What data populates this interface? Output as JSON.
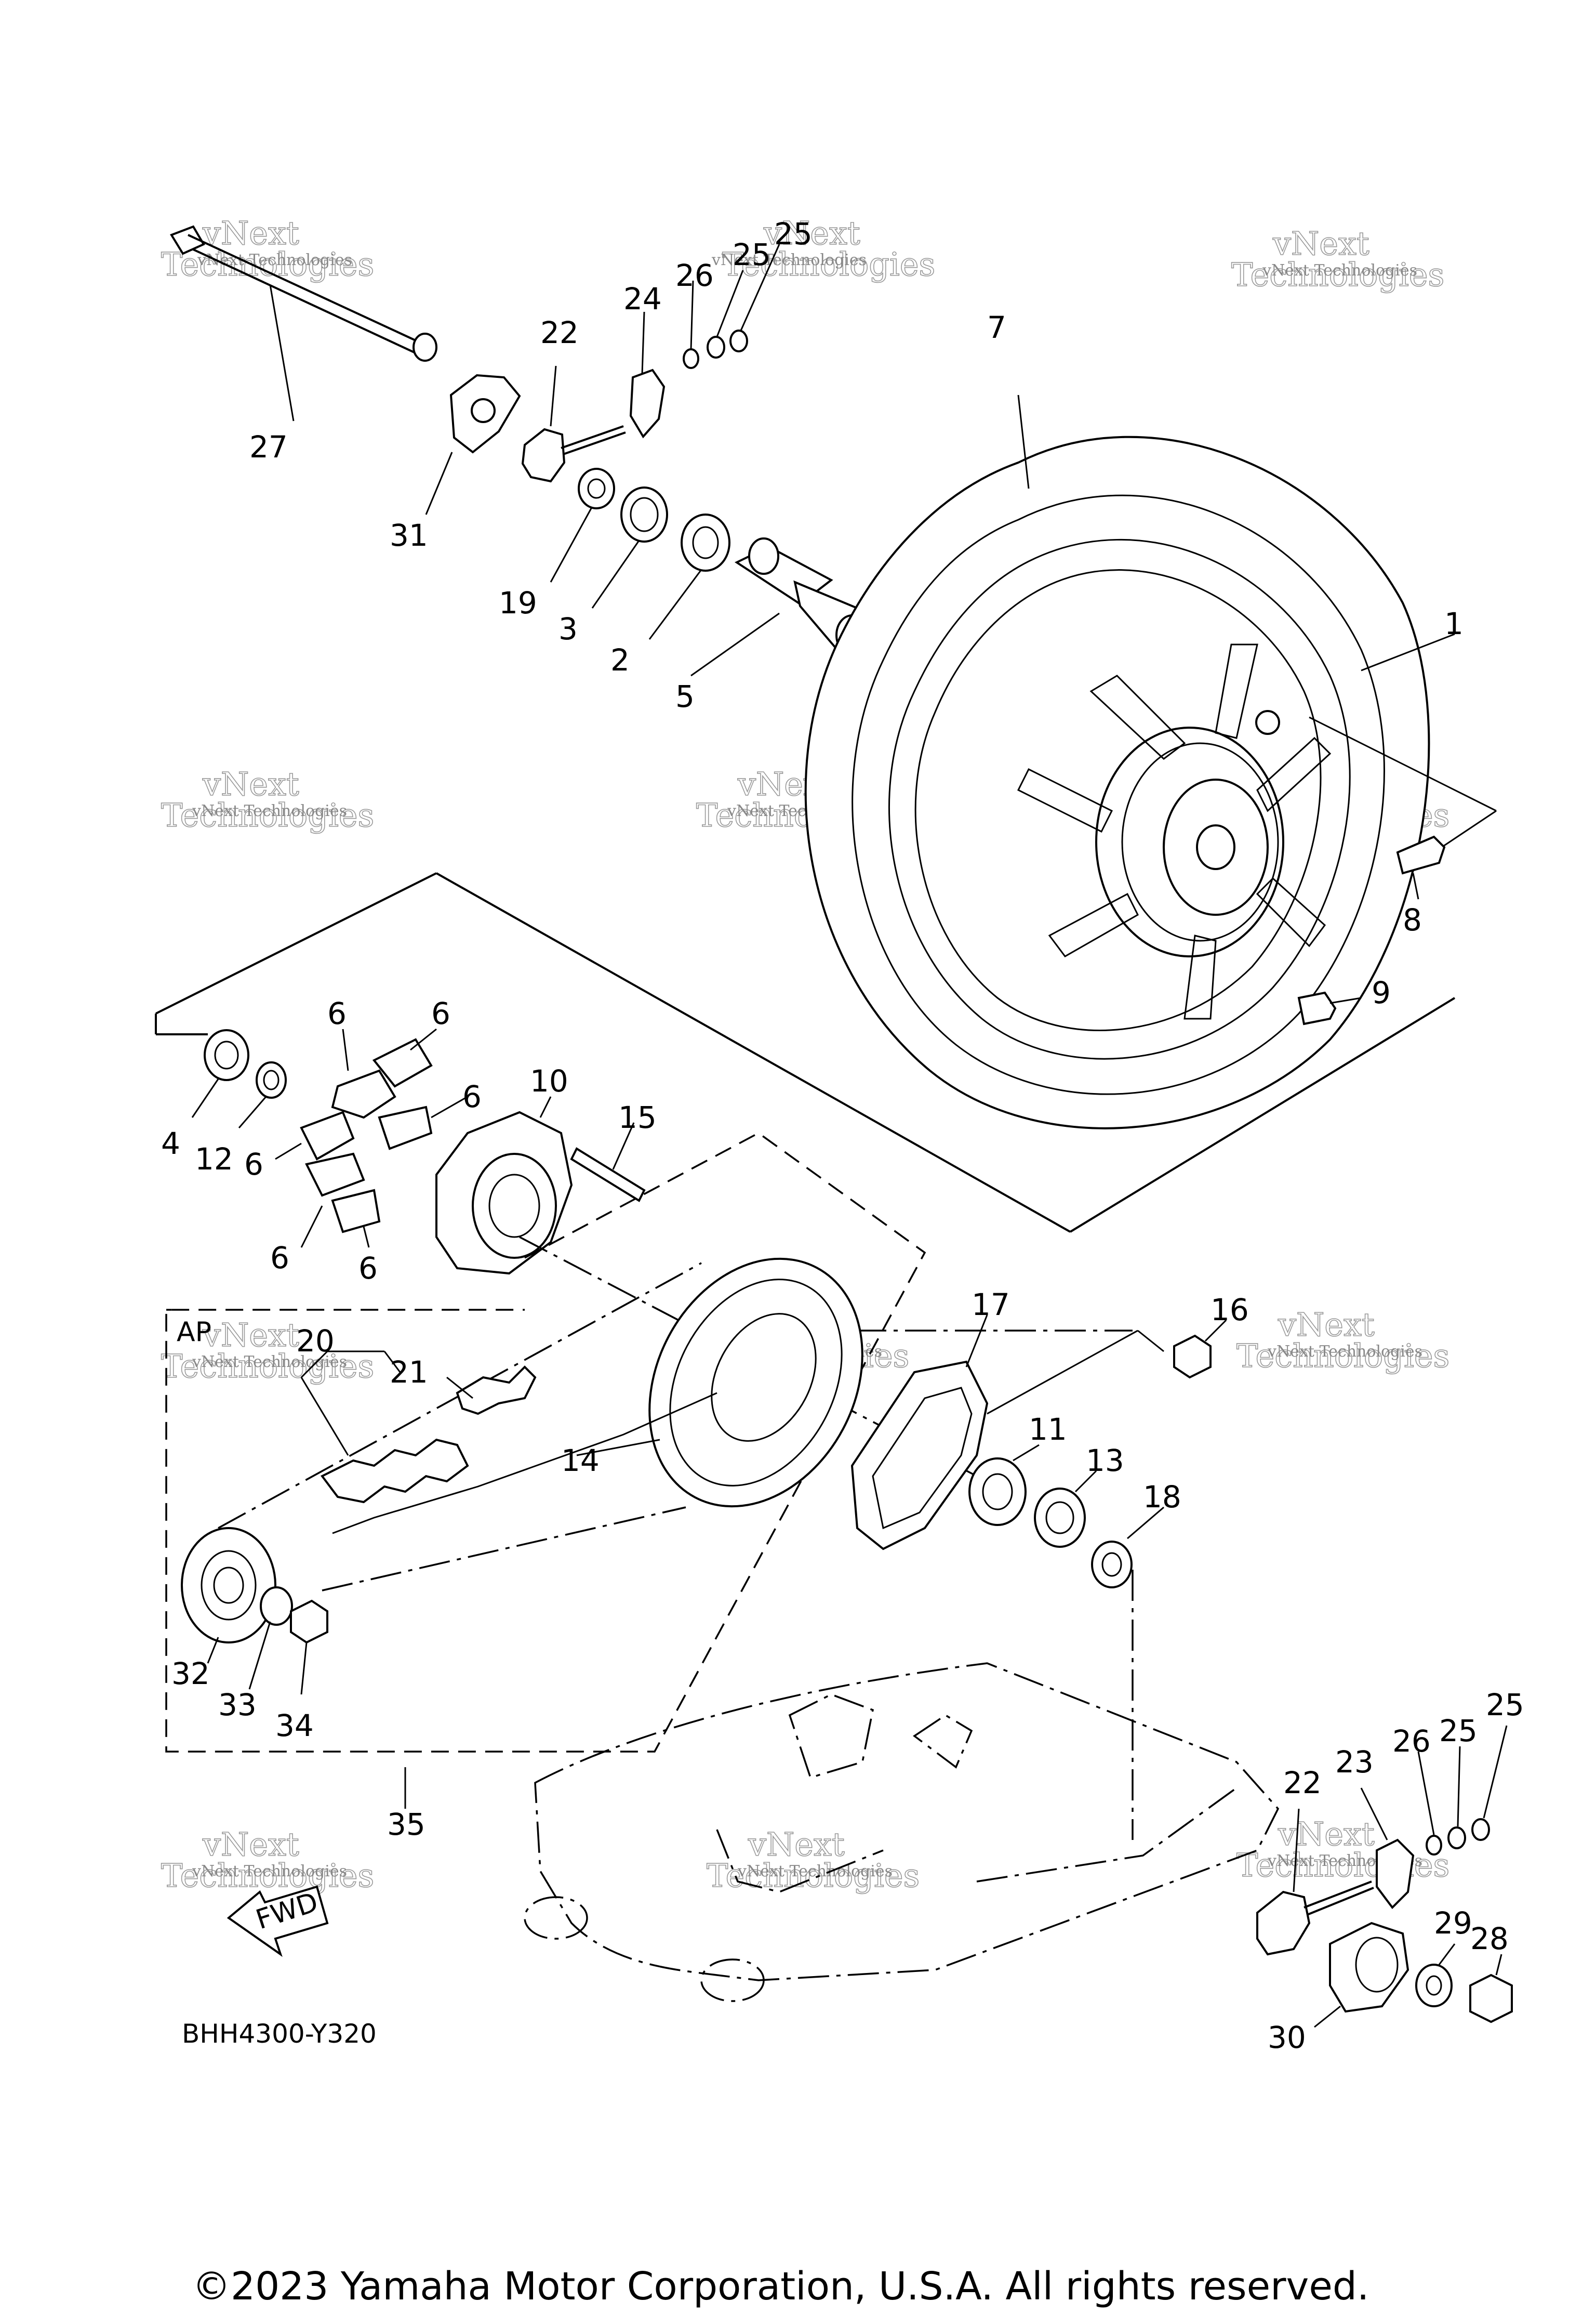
{
  "diagram": {
    "diagram_code": "BHH4300-Y320",
    "assembly_label": "AP",
    "direction_label": "FWD",
    "callouts": [
      {
        "id": "c1",
        "text": "1"
      },
      {
        "id": "c2",
        "text": "2"
      },
      {
        "id": "c3",
        "text": "3"
      },
      {
        "id": "c4",
        "text": "4"
      },
      {
        "id": "c5",
        "text": "5"
      },
      {
        "id": "c6a",
        "text": "6"
      },
      {
        "id": "c6b",
        "text": "6"
      },
      {
        "id": "c6c",
        "text": "6"
      },
      {
        "id": "c6d",
        "text": "6"
      },
      {
        "id": "c6e",
        "text": "6"
      },
      {
        "id": "c6f",
        "text": "6"
      },
      {
        "id": "c7",
        "text": "7"
      },
      {
        "id": "c8",
        "text": "8"
      },
      {
        "id": "c9",
        "text": "9"
      },
      {
        "id": "c10",
        "text": "10"
      },
      {
        "id": "c11",
        "text": "11"
      },
      {
        "id": "c12",
        "text": "12"
      },
      {
        "id": "c13",
        "text": "13"
      },
      {
        "id": "c14",
        "text": "14"
      },
      {
        "id": "c15",
        "text": "15"
      },
      {
        "id": "c16",
        "text": "16"
      },
      {
        "id": "c17",
        "text": "17"
      },
      {
        "id": "c18",
        "text": "18"
      },
      {
        "id": "c19",
        "text": "19"
      },
      {
        "id": "c20",
        "text": "20"
      },
      {
        "id": "c21",
        "text": "21"
      },
      {
        "id": "c22a",
        "text": "22"
      },
      {
        "id": "c22b",
        "text": "22"
      },
      {
        "id": "c23",
        "text": "23"
      },
      {
        "id": "c24",
        "text": "24"
      },
      {
        "id": "c25a",
        "text": "25"
      },
      {
        "id": "c25b",
        "text": "25"
      },
      {
        "id": "c25c",
        "text": "25"
      },
      {
        "id": "c25d",
        "text": "25"
      },
      {
        "id": "c26a",
        "text": "26"
      },
      {
        "id": "c26b",
        "text": "26"
      },
      {
        "id": "c27",
        "text": "27"
      },
      {
        "id": "c28",
        "text": "28"
      },
      {
        "id": "c29",
        "text": "29"
      },
      {
        "id": "c30",
        "text": "30"
      },
      {
        "id": "c31",
        "text": "31"
      },
      {
        "id": "c32",
        "text": "32"
      },
      {
        "id": "c33",
        "text": "33"
      },
      {
        "id": "c34",
        "text": "34"
      },
      {
        "id": "c35",
        "text": "35"
      }
    ]
  },
  "watermark": {
    "line1": "vNext Technologies",
    "line2": "Technologies",
    "line3": "vNext"
  },
  "copyright": "©2023 Yamaha Motor Corporation, U.S.A. All rights reserved."
}
